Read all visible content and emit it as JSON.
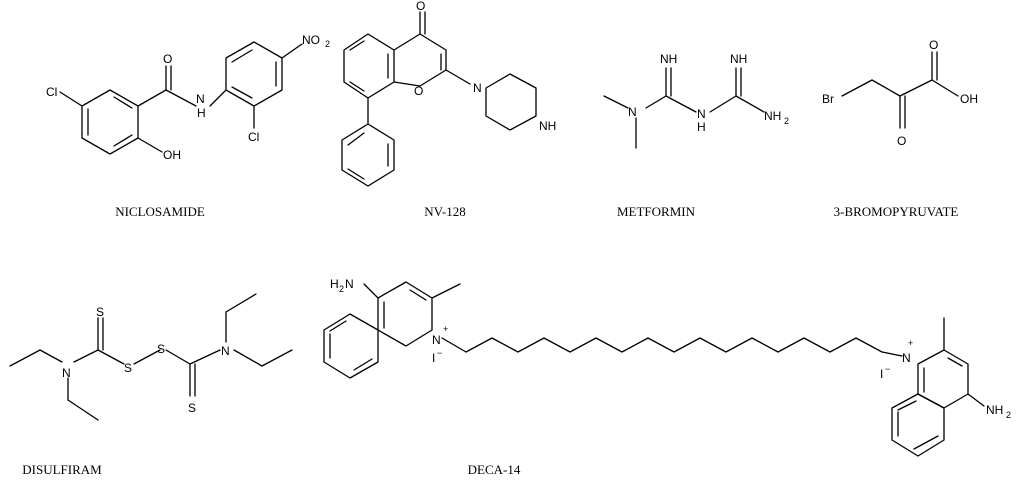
{
  "molecules": [
    {
      "id": "niclosamide",
      "name": "NICLOSAMIDE",
      "atoms": {
        "cl": "Cl",
        "o": "O",
        "nh": "H",
        "nh_n": "N",
        "no2": "NO",
        "no2_sub": "2",
        "oh": "OH",
        "cl2": "Cl"
      }
    },
    {
      "id": "nv128",
      "name": "NV-128",
      "atoms": {
        "o_keto": "O",
        "o_ring": "O",
        "n": "N",
        "nh": "NH"
      }
    },
    {
      "id": "metformin",
      "name": "METFORMIN",
      "atoms": {
        "nh1": "NH",
        "nh2": "NH",
        "n": "N",
        "nh_mid": "N",
        "h_mid": "H",
        "nh2_end": "NH",
        "nh2_sub": "2"
      }
    },
    {
      "id": "bromopyruvate",
      "name": "3-BROMOPYRUVATE",
      "atoms": {
        "br": "Br",
        "o_top": "O",
        "oh": "OH",
        "o_bottom": "O"
      }
    },
    {
      "id": "disulfiram",
      "name": "DISULFIRAM",
      "atoms": {
        "s1": "S",
        "s2": "S",
        "s3": "S",
        "s4": "S",
        "n1": "N",
        "n2": "N"
      }
    },
    {
      "id": "deca14",
      "name": "DECA-14",
      "atoms": {
        "h2n": "H",
        "h2n_sub": "2",
        "h2n_n": "N",
        "n1": "N",
        "plus1": "+",
        "i1": "I",
        "i1_minus": "−",
        "n2": "N",
        "plus2": "+",
        "i2": "I",
        "i2_minus": "−",
        "nh2": "NH",
        "nh2_sub": "2"
      }
    }
  ]
}
